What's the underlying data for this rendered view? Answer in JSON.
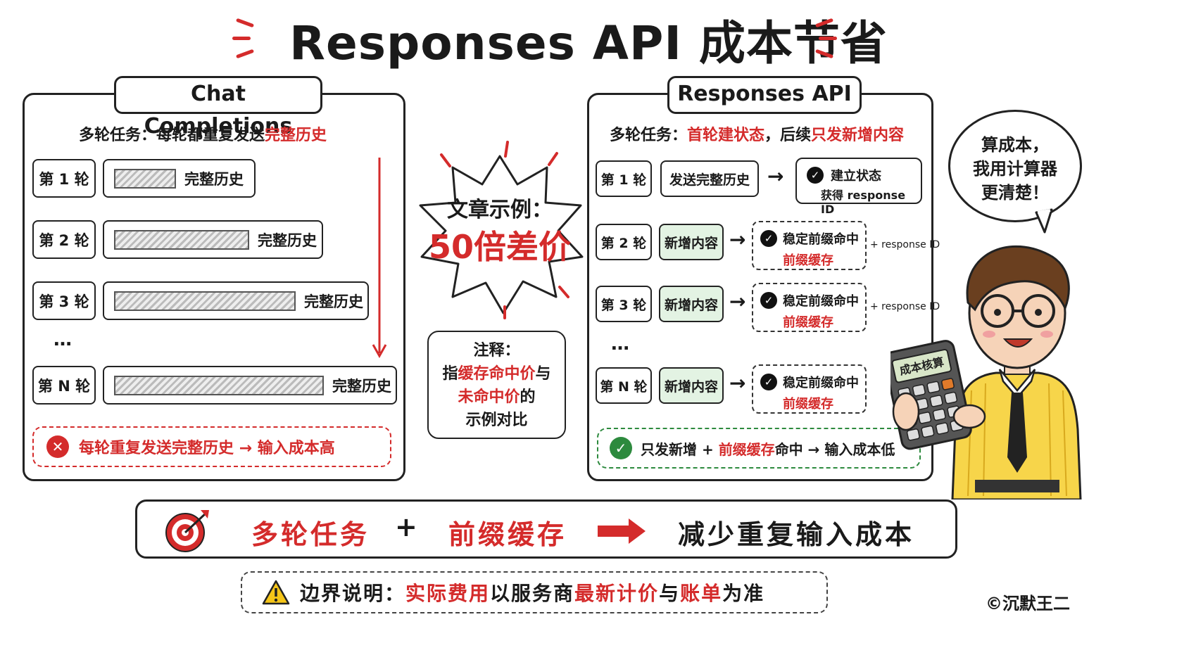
{
  "title": "Responses API 成本节省",
  "left_panel": {
    "tab": "Chat Completions",
    "subtitle_prefix": "多轮任务：每轮都重复发送",
    "subtitle_highlight": "完整历史",
    "rounds": [
      {
        "label": "第 1 轮",
        "history": "完整历史",
        "fill": 0.35
      },
      {
        "label": "第 2 轮",
        "history": "完整历史",
        "fill": 0.6
      },
      {
        "label": "第 3 轮",
        "history": "完整历史",
        "fill": 0.75
      },
      {
        "label": "第 N 轮",
        "history": "完整历史",
        "fill": 0.95
      }
    ],
    "ellipsis": "…",
    "footer": "每轮重复发送完整历史 → 输入成本高"
  },
  "center": {
    "burst_line1": "文章示例：",
    "burst_line2": "50倍差价",
    "note_title": "注释：",
    "note_line1_prefix": "指",
    "note_line1_highlight": "缓存命中价",
    "note_line1_suffix": "与",
    "note_line2_highlight": "未命中价",
    "note_line2_suffix": "的",
    "note_line3": "示例对比"
  },
  "right_panel": {
    "tab": "Responses API",
    "subtitle_prefix": "多轮任务：",
    "subtitle_highlight1": "首轮建状态",
    "subtitle_middle": "，后续",
    "subtitle_highlight2": "只发新增内容",
    "round1": {
      "label": "第 1 轮",
      "send": "发送完整历史",
      "result_line1": "建立状态",
      "result_line2": "获得 response ID"
    },
    "rounds": [
      {
        "label": "第 2 轮",
        "new": "新增内容",
        "hit": "稳定前缀命中",
        "cache": "前缀缓存",
        "extra": "+ response ID"
      },
      {
        "label": "第 3 轮",
        "new": "新增内容",
        "hit": "稳定前缀命中",
        "cache": "前缀缓存",
        "extra": "+ response ID"
      },
      {
        "label": "第 N 轮",
        "new": "新增内容",
        "hit": "稳定前缀命中",
        "cache": "前缀缓存",
        "extra": ""
      }
    ],
    "ellipsis": "…",
    "footer_prefix": "只发新增 + ",
    "footer_highlight": "前缀缓存",
    "footer_suffix": "命中 → 输入成本低"
  },
  "bubble": {
    "line1": "算成本，",
    "line2": "我用计算器",
    "line3": "更清楚！"
  },
  "calculator_label": "成本核算",
  "summary": {
    "part1": "多轮任务",
    "plus": "+",
    "part2": "前缀缓存",
    "part3": "减少重复输入成本"
  },
  "boundary": {
    "prefix": "边界说明：",
    "h1": "实际费用",
    "mid1": "以服务商",
    "h2": "最新计价",
    "mid2": "与",
    "h3": "账单",
    "suffix": "为准"
  },
  "credit": "©沉默王二",
  "colors": {
    "accent_red": "#d42b2b",
    "accent_green": "#2d8a3e"
  }
}
